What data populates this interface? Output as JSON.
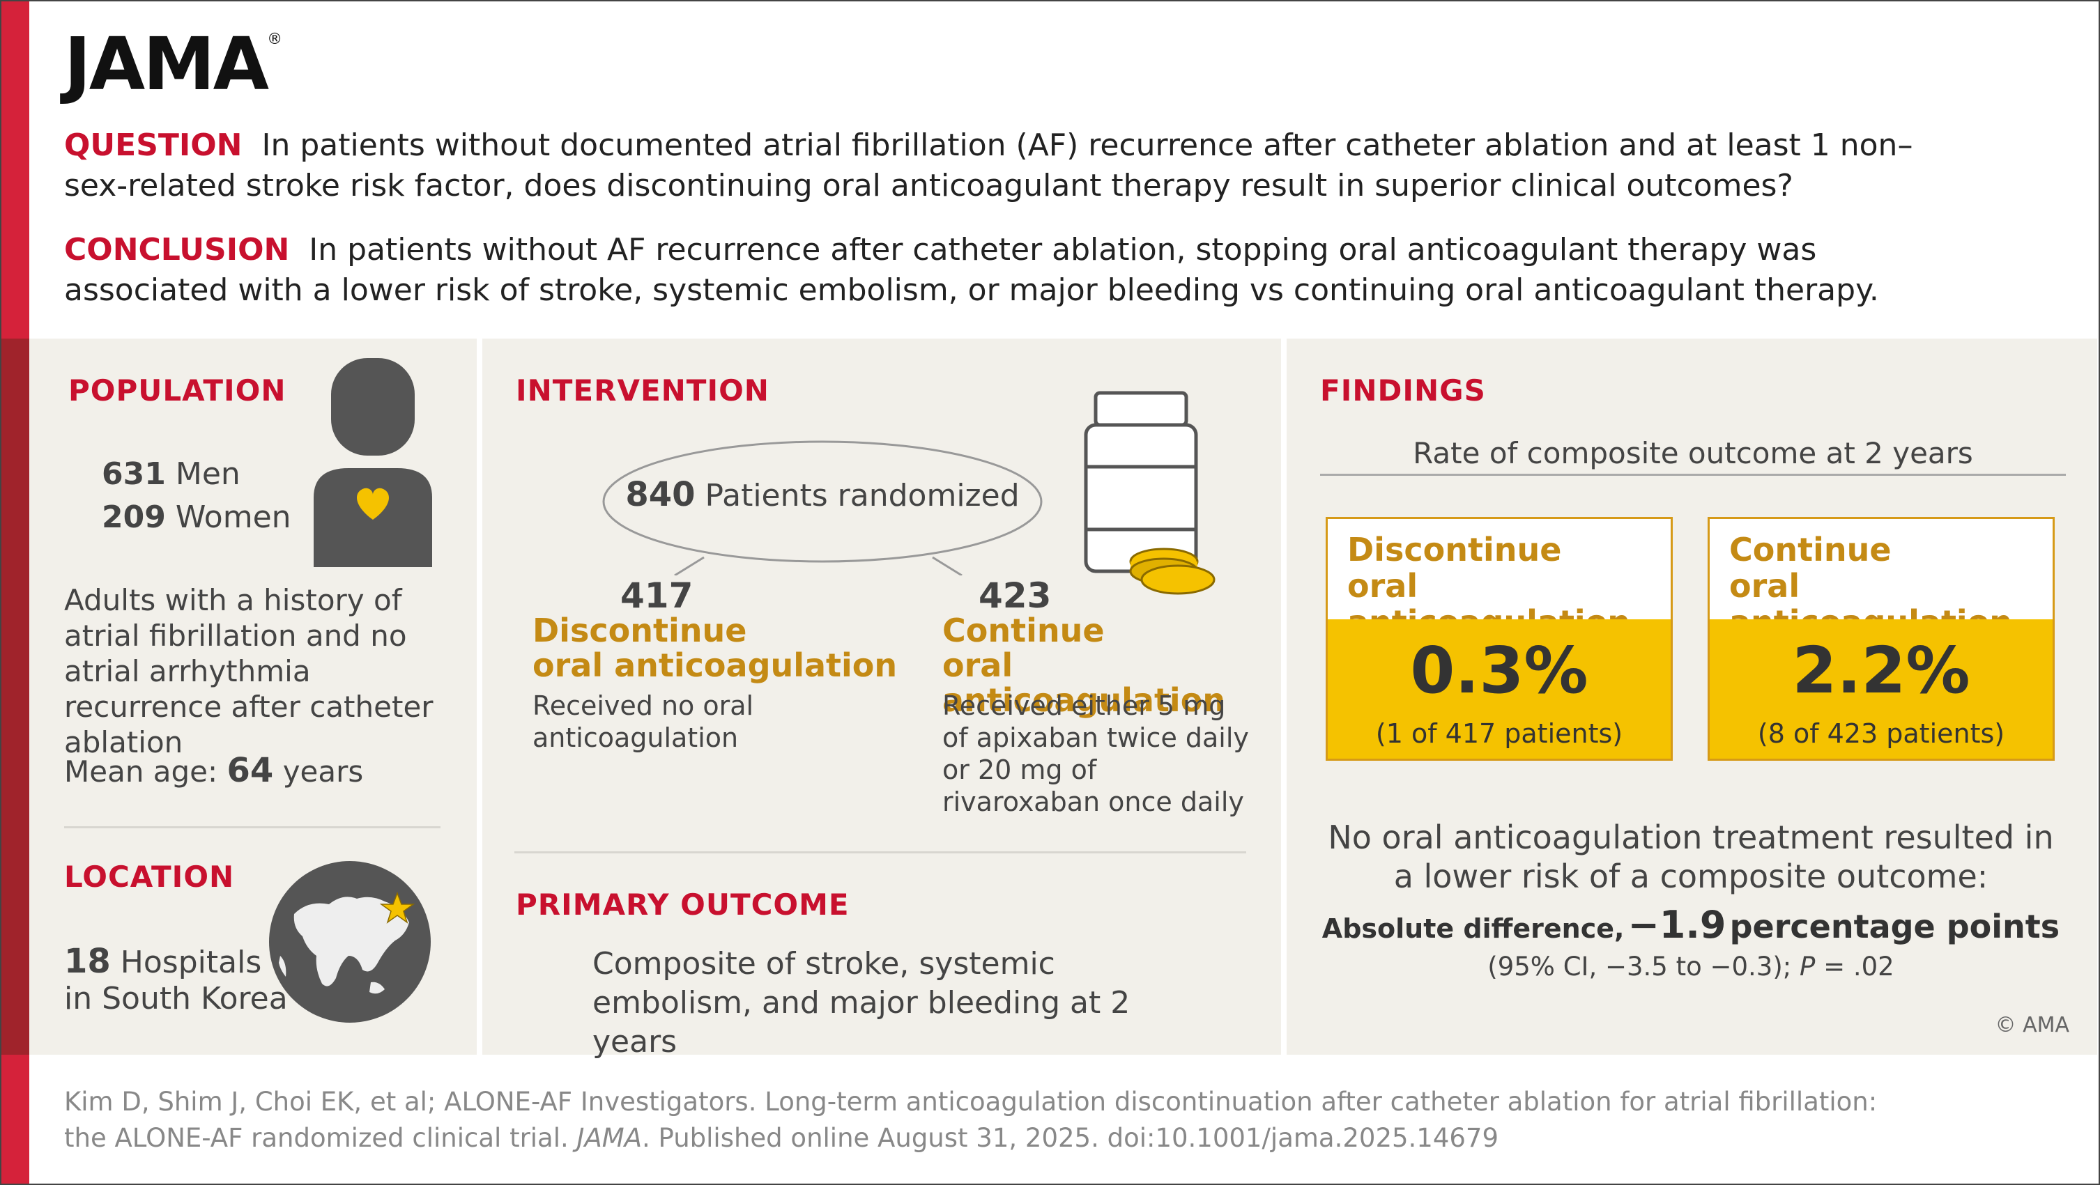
{
  "logo": "JAMA",
  "logo_reg": "®",
  "question_label": "QUESTION",
  "question_text": "In patients without documented atrial fibrillation (AF) recurrence after catheter ablation and at least 1 non–sex-related stroke risk factor, does discontinuing oral anticoagulant therapy result in superior clinical outcomes?",
  "conclusion_label": "CONCLUSION",
  "conclusion_text": "In patients without AF recurrence after catheter ablation, stopping oral anticoagulant therapy was associated with a lower risk of stroke, systemic embolism, or major bleeding vs continuing oral anticoagulant therapy.",
  "population": {
    "heading": "POPULATION",
    "men_count": "631",
    "men_label": "Men",
    "women_count": "209",
    "women_label": "Women",
    "description": "Adults with a history of atrial fibrillation and no atrial arrhythmia recurrence after catheter ablation",
    "mean_age_label": "Mean age:",
    "mean_age_value": "64",
    "mean_age_unit": "years",
    "icon": "person-heart-icon"
  },
  "location": {
    "heading": "LOCATION",
    "count": "18",
    "count_label": "Hospitals",
    "place": "in South Korea",
    "icon": "globe-star-icon"
  },
  "intervention": {
    "heading": "INTERVENTION",
    "randomized_count": "840",
    "randomized_label": "Patients randomized",
    "icon": "pill-bottle-icon",
    "arm1_count": "417",
    "arm1_title_1": "Discontinue",
    "arm1_title_2": "oral anticoagulation",
    "arm1_desc": "Received no oral anticoagulation",
    "arm2_count": "423",
    "arm2_title_1": "Continue",
    "arm2_title_2": "oral anticoagulation",
    "arm2_desc": "Received either 5 mg of apixaban twice daily or 20 mg of rivaroxaban once daily"
  },
  "primary_outcome": {
    "heading": "PRIMARY OUTCOME",
    "text": "Composite of stroke, systemic embolism, and major bleeding at 2 years"
  },
  "findings": {
    "heading": "FINDINGS",
    "subtitle": "Rate of composite outcome at 2 years",
    "card1_title_1": "Discontinue",
    "card1_title_2": "oral anticoagulation",
    "card1_pct": "0.3%",
    "card1_sub": "(1 of 417 patients)",
    "card2_title_1": "Continue",
    "card2_title_2": "oral anticoagulation",
    "card2_pct": "2.2%",
    "card2_sub": "(8 of 423 patients)",
    "summary_1": "No oral anticoagulation treatment resulted in",
    "summary_2": "a lower risk of a composite outcome:",
    "abs_label": "Absolute difference,",
    "abs_value": "−1.9",
    "abs_unit": "percentage points",
    "ci_text": "(95% CI, −3.5 to −0.3);",
    "p_label": "P",
    "p_value": "= .02",
    "copyright": "© AMA"
  },
  "citation_1": "Kim D, Shim J, Choi EK, et al; ALONE-AF Investigators. Long-term anticoagulation discontinuation after catheter ablation for atrial fibrillation:",
  "citation_2a": "the ALONE-AF randomized clinical trial.",
  "citation_2b": "JAMA",
  "citation_2c": ". Published online August 31, 2025. doi:10.1001/jama.2025.14679",
  "colors": {
    "red": "#c8102e",
    "dark_red": "#a0232b",
    "gold": "#c48a14",
    "yellow": "#f5c200",
    "panel": "#f2f0ea"
  }
}
